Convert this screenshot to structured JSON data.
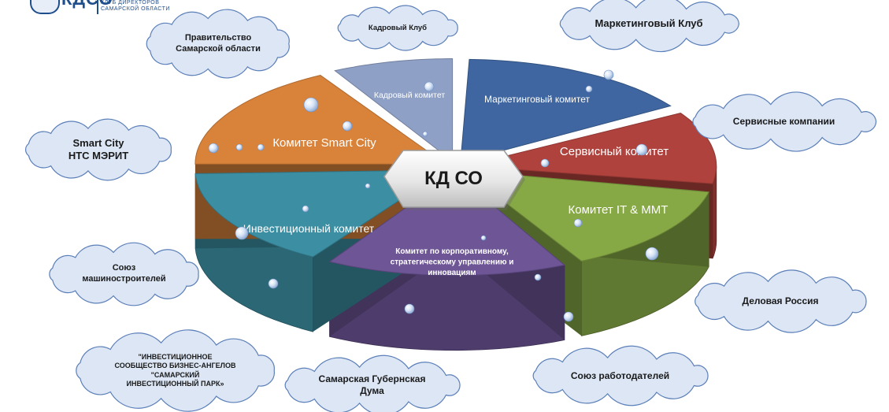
{
  "logo": {
    "text": "КДСО",
    "subtitle_line1": "КЛУБ ДИРЕКТОРОВ",
    "subtitle_line2": "САМАРСКОЙ ОБЛАСТИ"
  },
  "center": {
    "label": "КД СО"
  },
  "committees": [
    {
      "id": "kadry",
      "label": "Кадровый комитет",
      "color": "#8ea0c6"
    },
    {
      "id": "marketing",
      "label": "Маркетинговый комитет",
      "color": "#3f66a0"
    },
    {
      "id": "service",
      "label": "Сервисный комитет",
      "color": "#b0423d"
    },
    {
      "id": "it",
      "label": "Комитет IT & ММТ",
      "color": "#86a845"
    },
    {
      "id": "corp",
      "label": "Комитет по корпоративному,\nстратегическому управлению  и\nинновациям",
      "color": "#6d5596"
    },
    {
      "id": "invest",
      "label": "Инвестиционный комитет",
      "color": "#3c8fa3"
    },
    {
      "id": "smartcity",
      "label": "Комитет Smart City",
      "color": "#d9823a"
    }
  ],
  "partners": [
    {
      "id": "government",
      "label": "Правительство\nСамарской области"
    },
    {
      "id": "kadry-club",
      "label": "Кадровый Клуб"
    },
    {
      "id": "marketing-club",
      "label": "Маркетинговый Клуб"
    },
    {
      "id": "service-companies",
      "label": "Сервисные компании"
    },
    {
      "id": "smart-city-nts",
      "label": "Smart City\nНТС МЭРИТ"
    },
    {
      "id": "machine-builders",
      "label": "Союз\nмашиностроителей"
    },
    {
      "id": "delovaya-rossiya",
      "label": "Деловая Россия"
    },
    {
      "id": "investment-community",
      "label": "\"ИНВЕСТИЦИОННОЕ\nСООБЩЕСТВО БИЗНЕС-АНГЕЛОВ\n\"САМАРСКИЙ\nИНВЕСТИЦИОННЫЙ ПАРК»"
    },
    {
      "id": "samara-duma",
      "label": "Самарская Губернская\nДума"
    },
    {
      "id": "employers-union",
      "label": "Союз работодателей"
    }
  ]
}
